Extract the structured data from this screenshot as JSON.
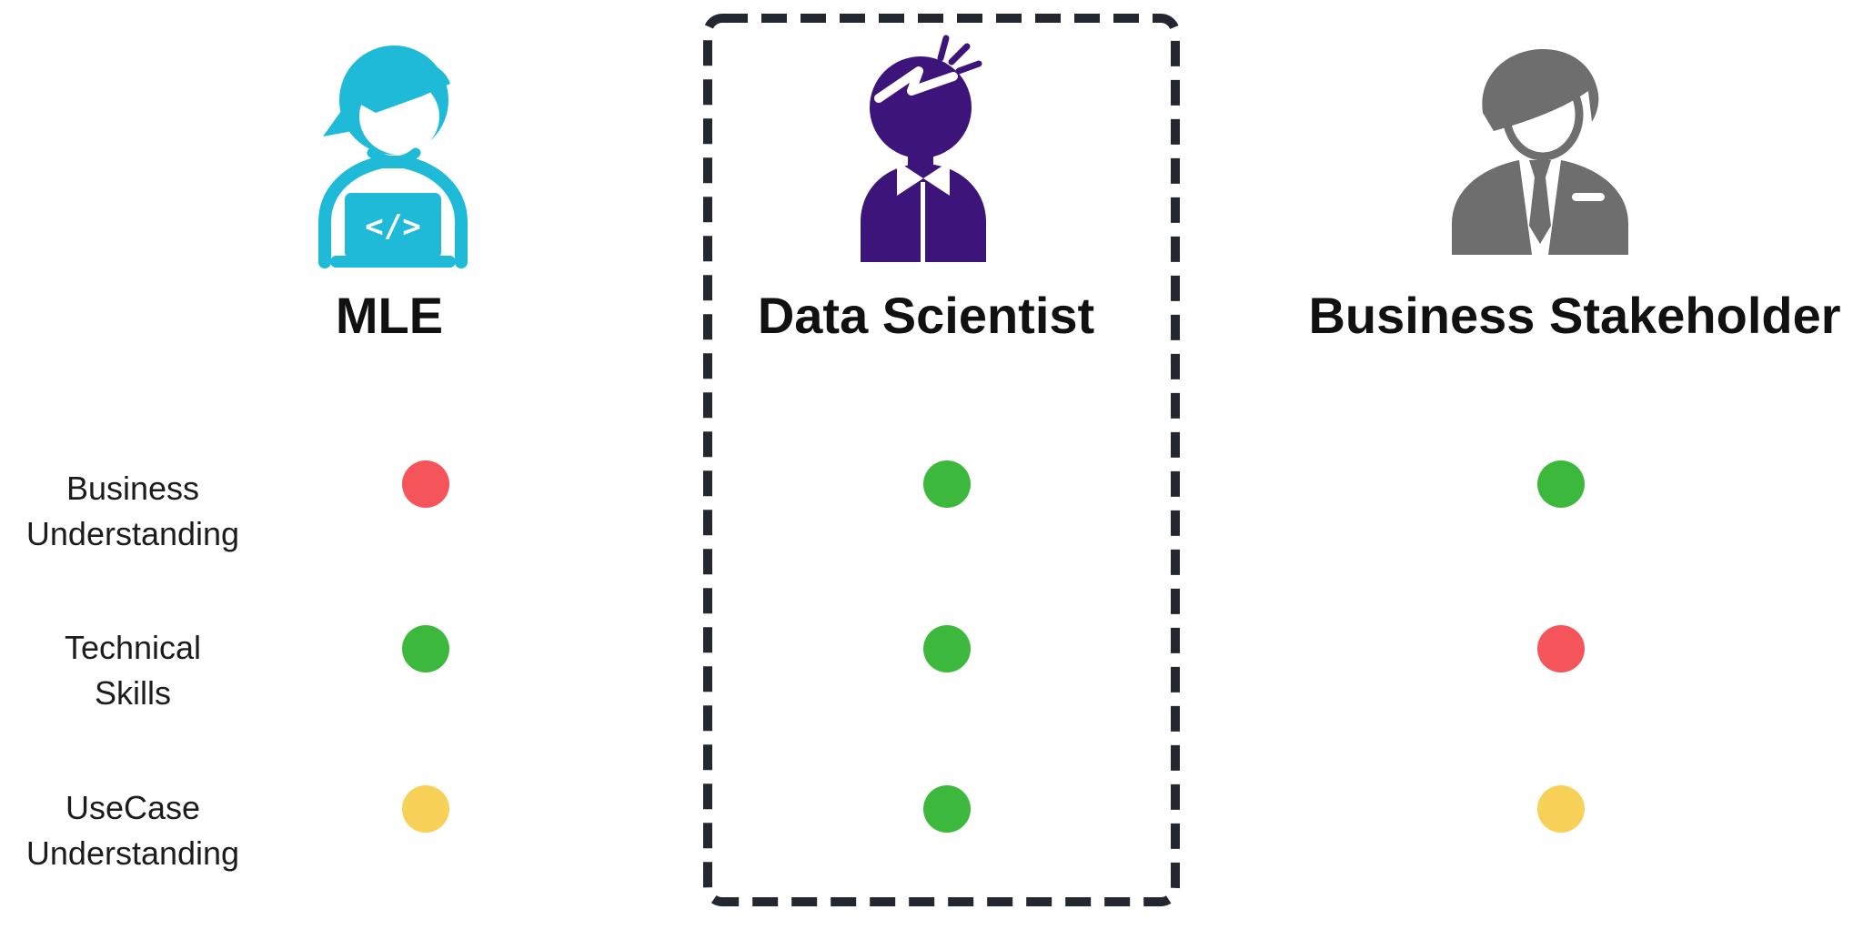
{
  "canvas": {
    "background": "#ffffff"
  },
  "colors": {
    "red": "#F5545A",
    "green": "#3CB93C",
    "yellow": "#F8D158",
    "dash_border": "#23272F",
    "heading_text": "#111111",
    "row_label_text": "#1C1C1C",
    "mle_icon": "#1EBAD8",
    "data_scientist_icon": "#3D1479",
    "business_stakeholder_icon": "#6E6E6E",
    "icon_detail": "#FFFFFF"
  },
  "icon_glyphs": {
    "mle_laptop_code": "</>"
  },
  "columns": [
    {
      "key": "mle",
      "label": "MLE",
      "icon": "mle-developer-icon",
      "highlighted": false
    },
    {
      "key": "data_scientist",
      "label": "Data Scientist",
      "icon": "data-scientist-icon",
      "highlighted": true
    },
    {
      "key": "business_stakeholder",
      "label": "Business Stakeholder",
      "icon": "business-stakeholder-icon",
      "highlighted": false
    }
  ],
  "rows": [
    {
      "line1": "Business",
      "line2": "Understanding"
    },
    {
      "line1": "Technical",
      "line2": "Skills"
    },
    {
      "line1": "UseCase",
      "line2": "Understanding"
    }
  ],
  "matrix": [
    {
      "mle": "red",
      "data_scientist": "green",
      "business_stakeholder": "green"
    },
    {
      "mle": "green",
      "data_scientist": "green",
      "business_stakeholder": "red"
    },
    {
      "mle": "yellow",
      "data_scientist": "green",
      "business_stakeholder": "yellow"
    }
  ]
}
